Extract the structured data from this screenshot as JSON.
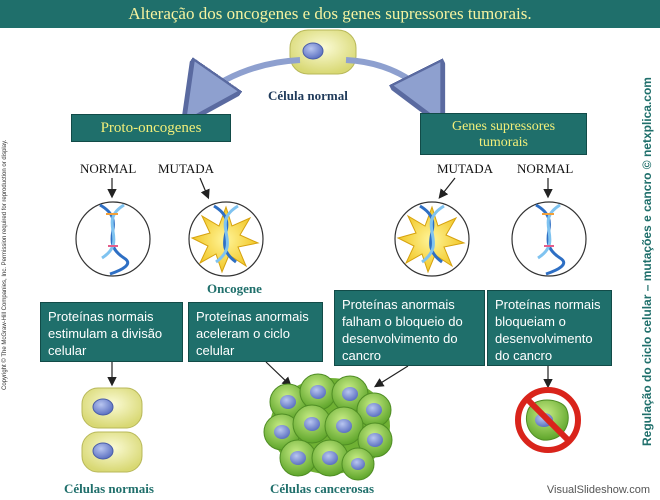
{
  "title": "Alteração dos oncogenes e dos genes supressores tumorais.",
  "normal_cell_label": "Célula normal",
  "left_group_label": "Proto-oncogenes",
  "right_group_label": "Genes supressores tumorais",
  "branch_labels": {
    "left_normal": "NORMAL",
    "left_mutated": "MUTADA",
    "right_mutated": "MUTADA",
    "right_normal": "NORMAL"
  },
  "oncogene_label": "Oncogene",
  "boxes": {
    "proto_normal": "Proteínas normais estimulam a divisão celular",
    "proto_mutated": "Proteínas anormais aceleram o ciclo celular",
    "supp_mutated": "Proteínas anormais falham o bloqueio do desenvolvimento do cancro",
    "supp_normal": "Proteínas normais bloqueiam o desenvolvimento do cancro"
  },
  "bottom_labels": {
    "normal_cells": "Células normais",
    "cancer_cells": "Células cancerosas"
  },
  "side_copyright": "Copyright © The McGraw-Hill Companies, Inc. Permission required for reproduction or display.",
  "side_title": "Regulação do ciclo celular – mutações e cancro © netxplica.com",
  "watermark": "VisualSlideshow.com",
  "colors": {
    "teal": "#1f6f6b",
    "title_text": "#f6f3a0",
    "arrow_blue": "#8ea0cf",
    "cell_yellow": "#ecec9a",
    "nucleus_blue": "#7f93d6",
    "cancer_green": "#8cc63f",
    "prohibit_red": "#d9241b"
  }
}
